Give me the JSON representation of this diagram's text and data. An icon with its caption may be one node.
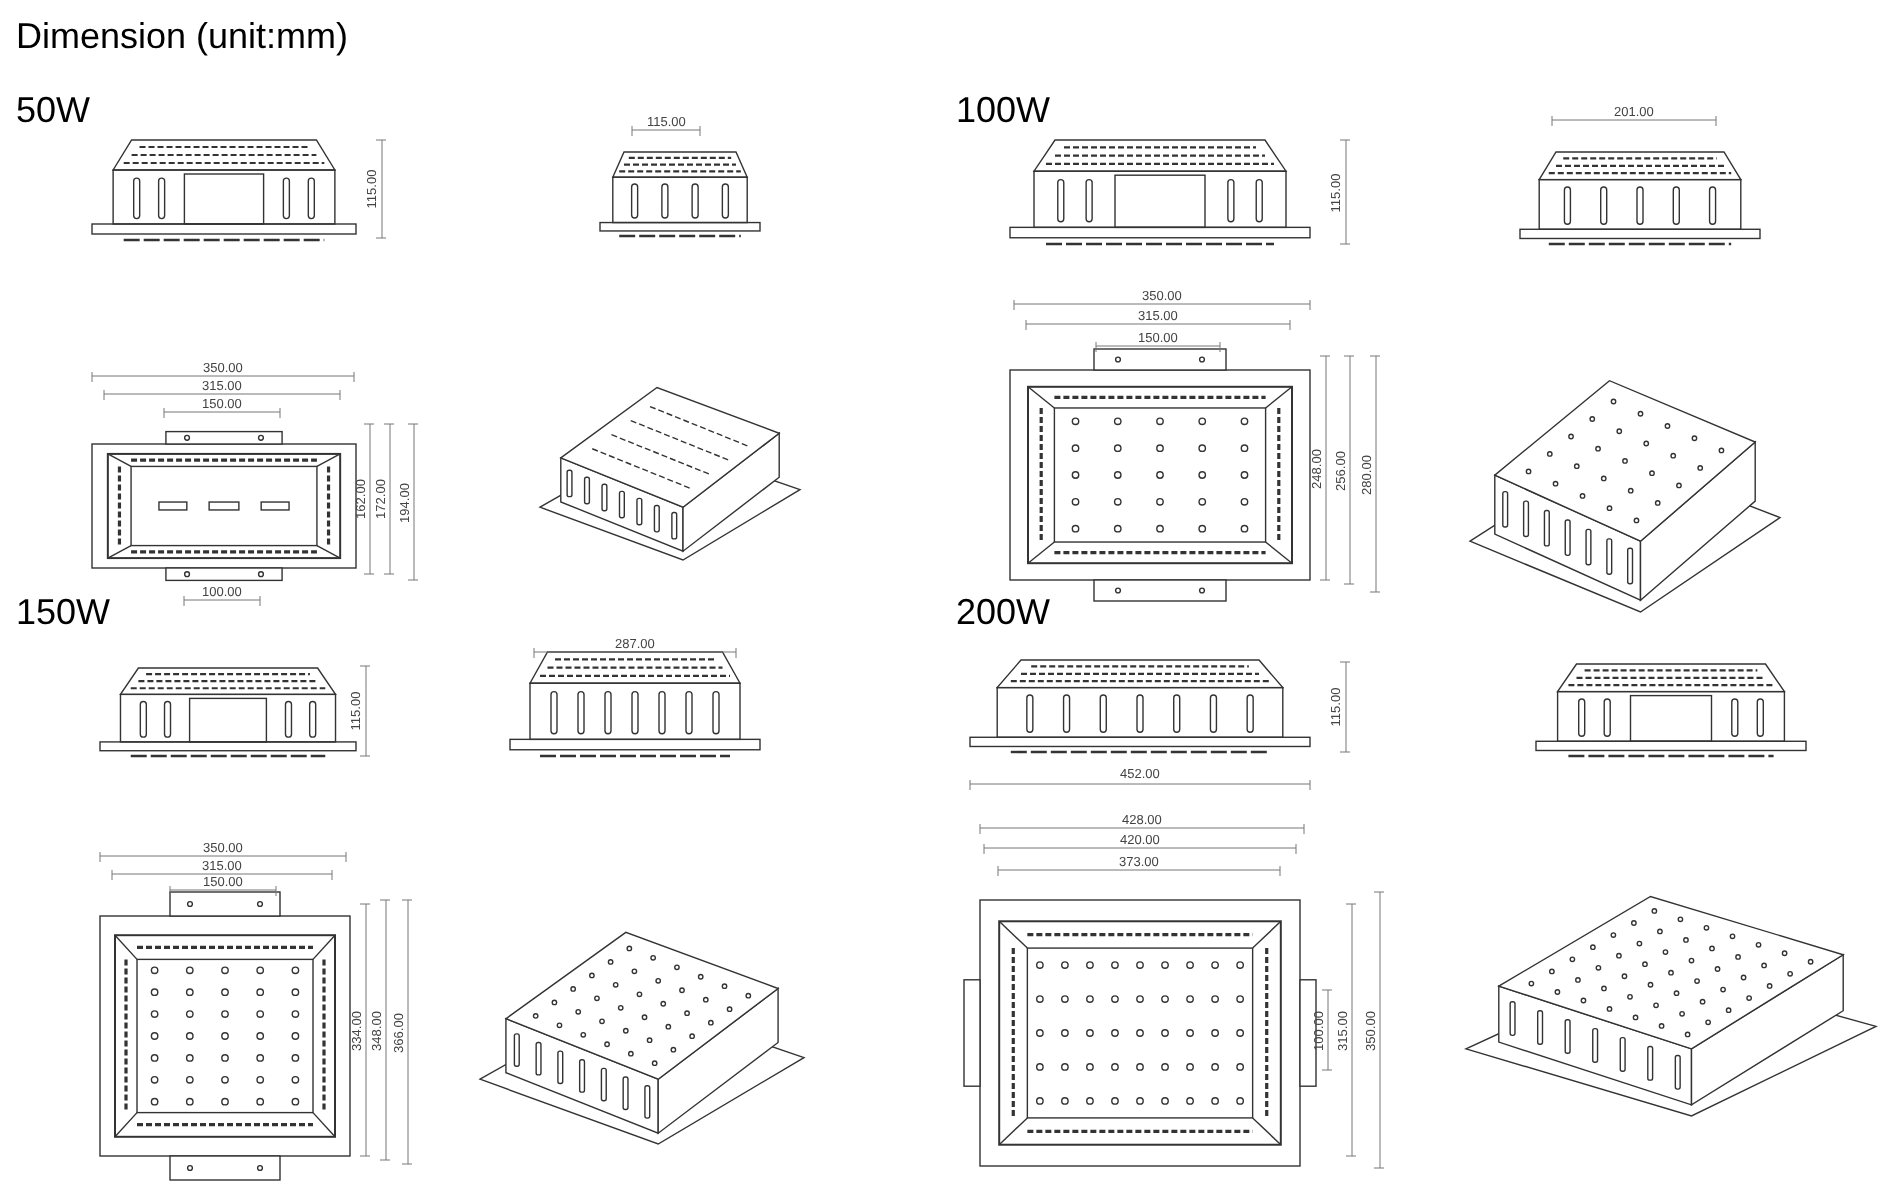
{
  "diagram": {
    "title": "Dimension (unit:mm)",
    "labels": [
      "50W",
      "115.00",
      "115.00",
      "350.00",
      "315.00",
      "150.00",
      "162.00",
      "172.00",
      "194.00",
      "100.00",
      "100W",
      "115.00",
      "201.00",
      "350.00",
      "315.00",
      "150.00",
      "248.00",
      "256.00",
      "280.00",
      "150W",
      "115.00",
      "287.00",
      "350.00",
      "315.00",
      "150.00",
      "334.00",
      "348.00",
      "366.00",
      "200W",
      "115.00",
      "452.00",
      "428.00",
      "420.00",
      "373.00",
      "100.00",
      "315.00",
      "350.00"
    ]
  }
}
